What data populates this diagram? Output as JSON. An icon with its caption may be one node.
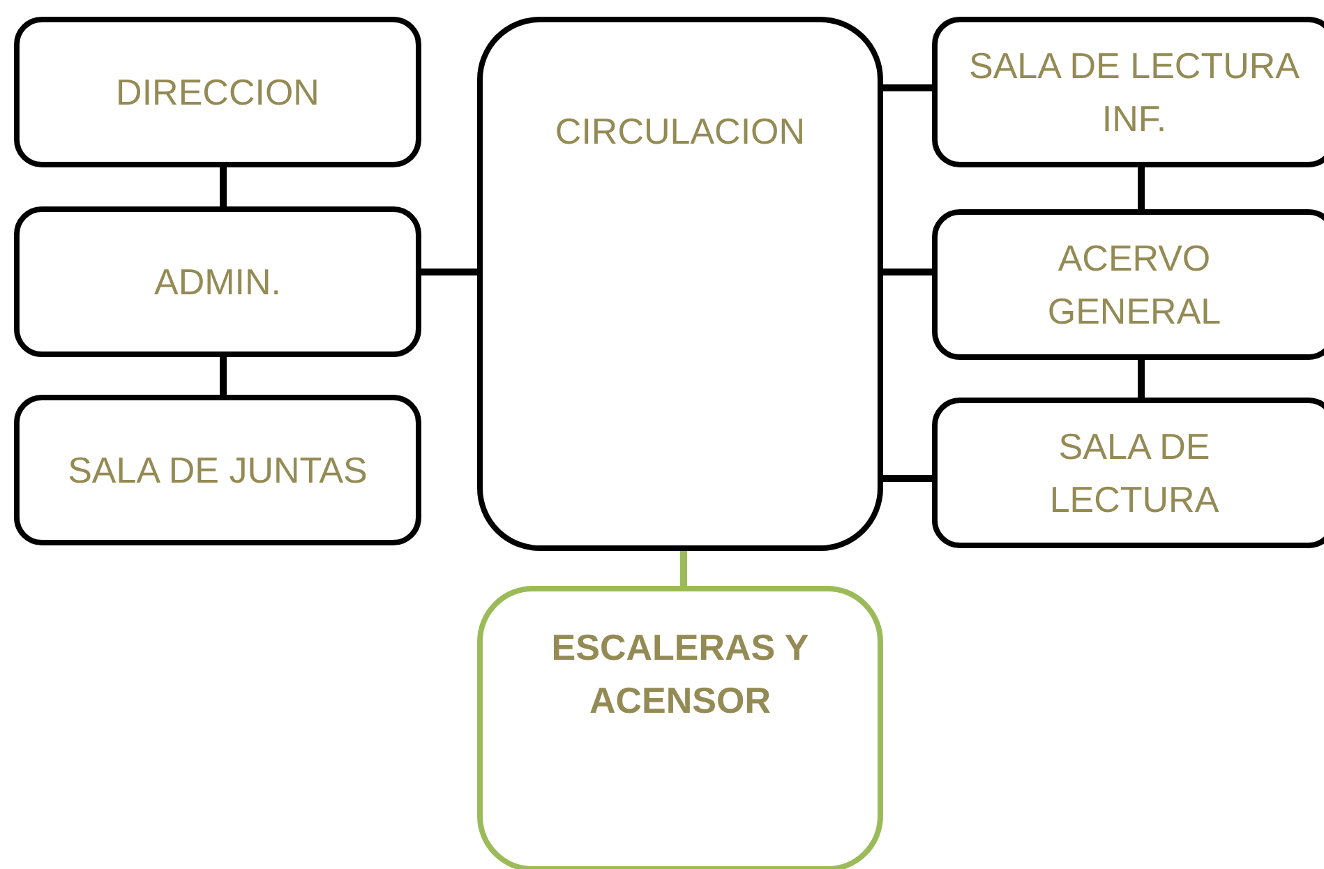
{
  "diagram": {
    "nodes": [
      {
        "text": [
          "DIRECCION"
        ]
      },
      {
        "text": [
          "ADMIN."
        ]
      },
      {
        "text": [
          "SALA DE JUNTAS"
        ]
      },
      {
        "text": [
          "CIRCULACION"
        ]
      },
      {
        "text": [
          "SALA DE LECTURA INF."
        ]
      },
      {
        "text": [
          "ACERVO GENERAL"
        ]
      },
      {
        "text": [
          "SALA DE LECTURA"
        ]
      },
      {
        "text": [
          "ESCALERAS Y ACENSOR"
        ]
      }
    ],
    "edges": [
      {
        "from": 0,
        "to": 1,
        "arrow": "none"
      },
      {
        "from": 1,
        "to": 2,
        "arrow": "none"
      },
      {
        "from": 1,
        "to": 3,
        "arrow": "none"
      },
      {
        "from": 3,
        "to": 4,
        "arrow": "none"
      },
      {
        "from": 3,
        "to": 5,
        "arrow": "none"
      },
      {
        "from": 3,
        "to": 6,
        "arrow": "none"
      },
      {
        "from": 4,
        "to": 5,
        "arrow": "none"
      },
      {
        "from": 5,
        "to": 6,
        "arrow": "none"
      },
      {
        "from": 3,
        "to": 7,
        "arrow": "none",
        "color": "#9bbb59"
      }
    ]
  }
}
